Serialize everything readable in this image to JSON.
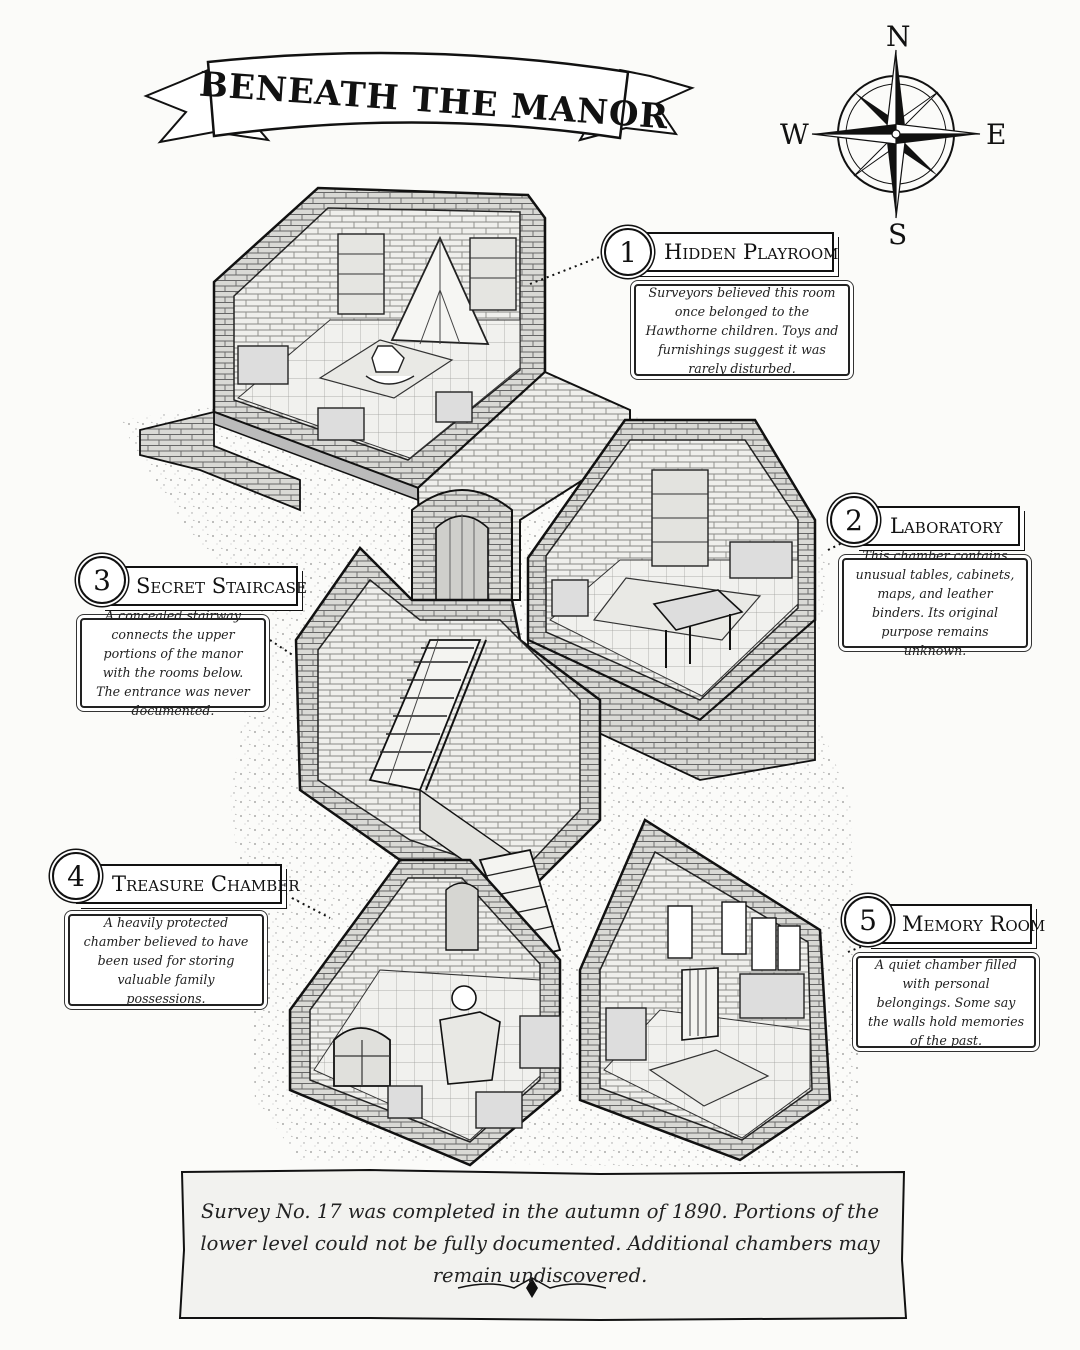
{
  "title": "BENEATH THE MANOR",
  "compass": {
    "north": "N",
    "east": "E",
    "south": "S",
    "west": "W"
  },
  "rooms": [
    {
      "number": "1",
      "name": "Hidden Playroom",
      "description": "Surveyors believed this room once belonged to the Hawthorne children. Toys and furnishings suggest it was rarely disturbed."
    },
    {
      "number": "2",
      "name": "Laboratory",
      "description": "This chamber contains unusual tables, cabinets, maps, and leather binders. Its original purpose remains unknown."
    },
    {
      "number": "3",
      "name": "Secret Staircase",
      "description": "A concealed stairway connects the upper portions of the manor with the rooms below. The entrance was never documented."
    },
    {
      "number": "4",
      "name": "Treasure Chamber",
      "description": "A heavily protected chamber believed to have been used for storing valuable family possessions."
    },
    {
      "number": "5",
      "name": "Memory Room",
      "description": "A quiet chamber filled with personal belongings. Some say the walls hold memories of the past."
    }
  ],
  "footer": "Survey No. 17 was completed in the autumn of 1890. Portions of the lower level could not be fully documented. Additional chambers may remain undiscovered."
}
